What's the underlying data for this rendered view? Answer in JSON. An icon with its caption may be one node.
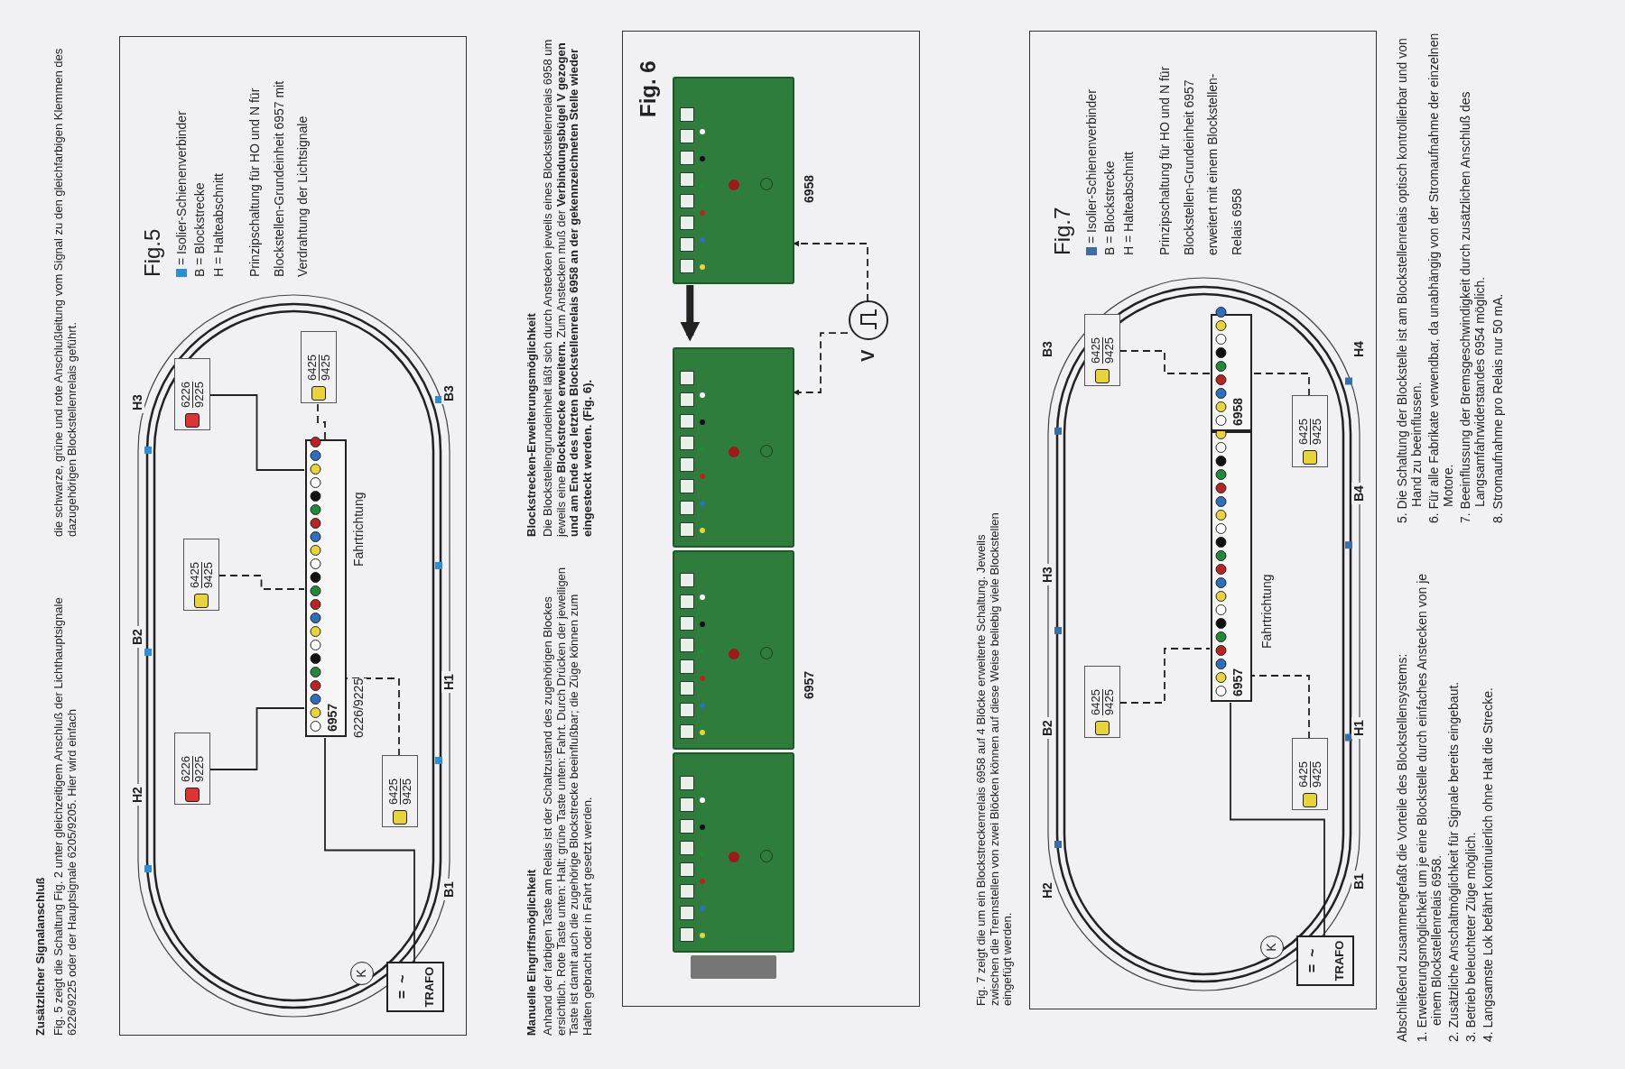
{
  "diagram": {
    "nodes": [
      {
        "text": [
          "Fig.5",
          "B = Blockstrecke",
          "H = Halteabschnitt",
          "Prinzipschaltung für HO und N für Blockstellen-Grundeinheit 6957 mit Verdrahtung der Lichtsignale"
        ]
      },
      {
        "text": [
          "=",
          "~",
          "TRAFO"
        ],
        "in": 0
      },
      {
        "text": [
          "K"
        ],
        "in": 0
      },
      {
        "text": [
          "6957"
        ],
        "in": 0
      },
      {
        "text": [
          "6226",
          "9225"
        ],
        "in": 0
      },
      {
        "text": [
          "6226",
          "9225"
        ],
        "in": 0
      },
      {
        "text": [
          "6425",
          "9425"
        ],
        "in": 0
      },
      {
        "text": [
          "6425",
          "9425"
        ],
        "in": 0
      },
      {
        "text": [
          "6425",
          "9425"
        ],
        "in": 0
      },
      {
        "text": [
          "Fig. 6"
        ]
      },
      {
        "text": [],
        "shape": "box",
        "beside": [
          "6957"
        ],
        "in": 9
      },
      {
        "text": [],
        "shape": "box",
        "beside": [
          "6958"
        ],
        "in": 9
      },
      {
        "text": [],
        "shape": "circle",
        "beside": [
          "V"
        ],
        "in": 9
      },
      {
        "text": [
          "Fig.7",
          "B = Blockstrecke",
          "H = Halteabschnitt",
          "Prinzipschaltung für HO und N für Blockstellen-Grundeinheit 6957 erweitert mit einem Blockstellen-Relais 6958"
        ]
      },
      {
        "text": [
          "=",
          "~",
          "TRAFO"
        ],
        "in": 13
      },
      {
        "text": [
          "K"
        ],
        "in": 13
      },
      {
        "text": [
          "6957"
        ],
        "in": 13
      },
      {
        "text": [
          "6958"
        ],
        "in": 13
      },
      {
        "text": [
          "6425",
          "9425"
        ],
        "in": 13
      },
      {
        "text": [
          "6425",
          "9425"
        ],
        "in": 13
      },
      {
        "text": [
          "6425",
          "9425"
        ],
        "in": 13
      },
      {
        "text": [
          "6425",
          "9425"
        ],
        "in": 13
      }
    ],
    "edges": [
      {
        "from": 1,
        "to": 3,
        "arrow": "none"
      },
      {
        "from": 4,
        "to": 3,
        "arrow": "none"
      },
      {
        "from": 5,
        "to": 3,
        "arrow": "none"
      },
      {
        "from": 6,
        "to": 3,
        "arrow": "none",
        "style": "dashed"
      },
      {
        "from": 7,
        "to": 3,
        "arrow": "none",
        "style": "dashed"
      },
      {
        "from": 8,
        "to": 3,
        "arrow": "none",
        "style": "dashed"
      },
      {
        "from": 11,
        "to": 10,
        "arrow": "to",
        "style": "thick"
      },
      {
        "from": 12,
        "to": 11,
        "arrow": "to",
        "style": "dashed"
      },
      {
        "from": 12,
        "to": 10,
        "arrow": "to",
        "style": "dashed"
      },
      {
        "from": 14,
        "to": 16,
        "arrow": "none"
      },
      {
        "from": 18,
        "to": 16,
        "arrow": "none",
        "style": "dashed"
      },
      {
        "from": 20,
        "to": 16,
        "arrow": "none",
        "style": "dashed"
      },
      {
        "from": 19,
        "to": 17,
        "arrow": "none",
        "style": "dashed"
      },
      {
        "from": 21,
        "to": 17,
        "arrow": "none",
        "style": "dashed"
      }
    ],
    "labels": [
      "Zusätzlicher Signalanschluß",
      "Fig. 5 zeigt die Schaltung Fig. 2 unter gleichzeitigem Anschluß der Lichthauptsignale 6226/9225 oder der Hauptsignale 6205/9205. Hier wird einfach",
      "die schwarze, grüne und rote Anschlußleitung vom Signal zu den gleichfarbigen Klemmen des dazugehörigen Blockstellenrelais geführt.",
      "H2",
      "B2",
      "H3",
      "6226/9225",
      "Fahrtrichtung",
      "B1",
      "H1",
      "B3",
      "Manuelle Eingriffsmöglichkeit",
      "Anhand der farbigen Taste am Relais ist der Schaltzustand des zugehörigen Blockes ersichtlich. Rote Taste unten: Halt; grüne Taste unten: Fahrt. Durch Drücken der jeweiligen Taste ist damit auch die zugehörige Blockstrecke beeinflußbar; die Züge können zum Halten gebracht oder in Fahrt gesetzt werden.",
      "Blockstrecken-Erweiterungsmöglichkeit",
      "Die Blockstellengrundeinheit läßt sich durch Anstecken jeweils eines Blockstellenrelais 6958 um jeweils eine **Blockstrecke erweitern.** Zum Anstecken muß der **Verbindungsbügel V gezogen und am Ende des letzten Blockstellenrelais 6958 an der gekennzeichneten Stelle wieder eingesteckt werden. (Fig. 6).**",
      "Fig. 7 zeigt die um ein Blockstreckenrelais 6958 auf 4 Blöcke erweiterte Schaltung. Jeweils zwischen die Trennstellen von zwei Blöcken können auf diese Weise beliebig viele Blockstellen eingefügt werden.",
      "H2",
      "B2",
      "H3",
      "B3",
      "Fahrtrichtung",
      "B1",
      "H1",
      "B4",
      "H4",
      "Abschließend zusammengefaßt die Vorteile des Blockstellensystems:",
      "1. Erweiterungsmöglichkeit um je eine Blockstelle durch einfaches Anstecken von je einem Blockstellenrelais 6958.",
      "2. Zusätzliche Anschaltmöglichkeit für Signale bereits eingebaut.",
      "3. Betrieb beleuchteter Züge möglich.",
      "4. Langsamste Lok befährt kontinuierlich ohne Halt die Strecke.",
      "5. Die Schaltung der Blockstelle ist am Blockstellenrelais optisch kontrollierbar und von Hand zu beeinflussen.",
      "6. Für alle Fabrikate verwendbar, da unabhängig von der Stromaufnahme der einzelnen Motore.",
      "7. Beeinflussung der Bremsgeschwindigkeit durch zusätzlichen Anschluß des Langsamfahrwiderstandes 6954 möglich.",
      "8. Stromaufnahme pro Relais nur 50 mA."
    ],
    "legend": [
      {
        "text": "= Isolier-Schienenverbinder",
        "color": "#2b8fd6"
      },
      {
        "text": "= Isolier-Schienenverbinder",
        "color": "#3a6ea5"
      }
    ]
  }
}
